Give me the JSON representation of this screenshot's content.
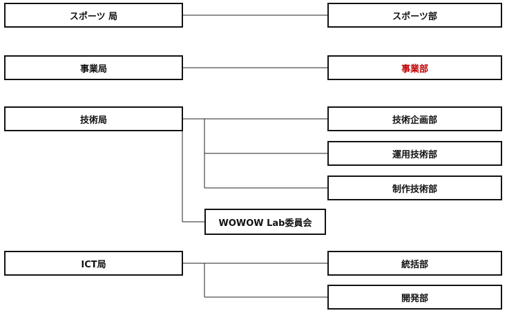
{
  "nodes": {
    "sports_bureau": "スポーツ 局",
    "sports_dept": "スポーツ部",
    "business_bureau": "事業局",
    "business_dept": "事業部",
    "tech_bureau": "技術局",
    "tech_planning_dept": "技術企画部",
    "ops_tech_dept": "運用技術部",
    "production_tech_dept": "制作技術部",
    "wowow_lab": "WOWOW Lab委員会",
    "ict_bureau": "ICT局",
    "integration_dept": "統括部",
    "development_dept": "開発部"
  },
  "colors": {
    "highlight": "#c00000",
    "border": "#111111"
  }
}
